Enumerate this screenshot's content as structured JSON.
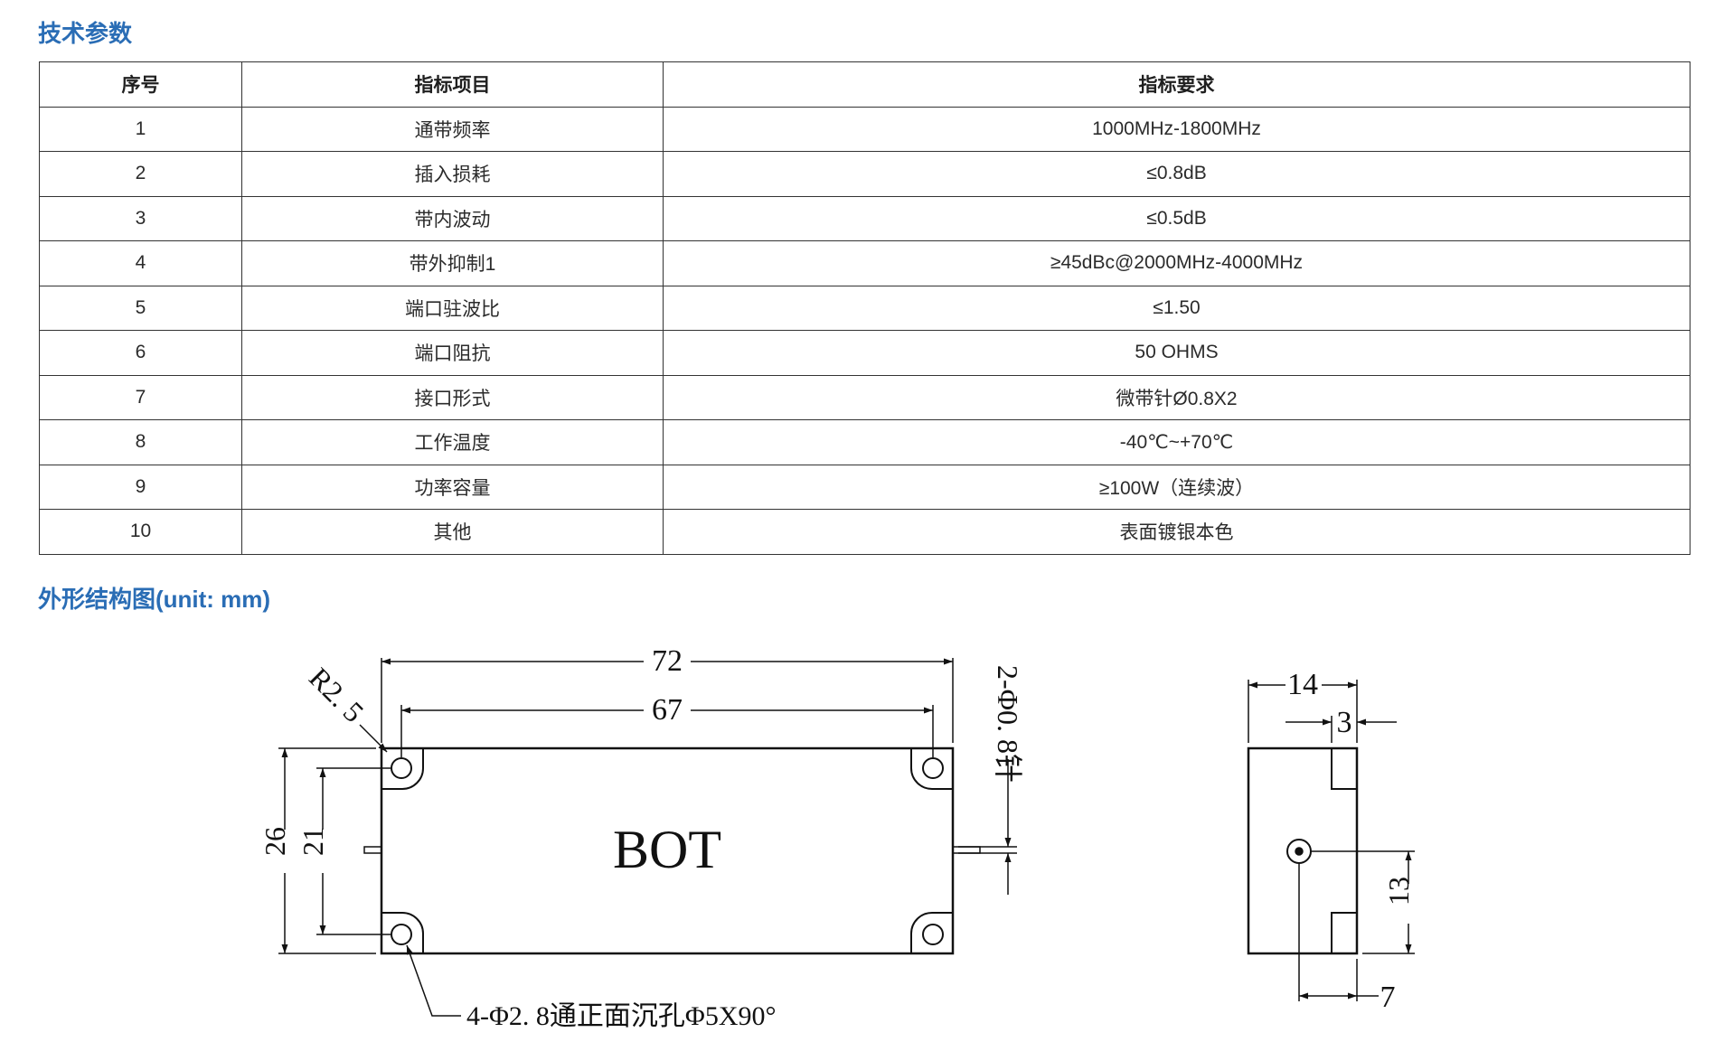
{
  "sections": {
    "spec_title": "技术参数",
    "outline_title": "外形结构图(unit: mm)"
  },
  "table": {
    "headers": [
      "序号",
      "指标项目",
      "指标要求"
    ],
    "rows": [
      [
        "1",
        "通带频率",
        "1000MHz-1800MHz"
      ],
      [
        "2",
        "插入损耗",
        "≤0.8dB"
      ],
      [
        "3",
        "带内波动",
        "≤0.5dB"
      ],
      [
        "4",
        "带外抑制1",
        "≥45dBc@2000MHz-4000MHz"
      ],
      [
        "5",
        "端口驻波比",
        "≤1.50"
      ],
      [
        "6",
        "端口阻抗",
        "50 OHMS"
      ],
      [
        "7",
        "接口形式",
        "微带针Ø0.8X2"
      ],
      [
        "8",
        "工作温度",
        "-40℃~+70℃"
      ],
      [
        "9",
        "功率容量",
        "≥100W（连续波）"
      ],
      [
        "10",
        "其他",
        "表面镀银本色"
      ]
    ]
  },
  "drawing": {
    "front_view": {
      "body_label": "BOT",
      "dim_total_length": "72",
      "dim_hole_spacing": "67",
      "dim_total_height": "26",
      "dim_hole_height": "21",
      "corner_radius": "R2. 5",
      "pin_note": "2-Φ0. 8针",
      "hole_note": "4-Φ2. 8通正面沉孔Φ5X90°"
    },
    "side_view": {
      "dim_width": "14",
      "dim_flange": "3",
      "dim_pin_height": "13",
      "dim_pin_offset": "7"
    }
  }
}
